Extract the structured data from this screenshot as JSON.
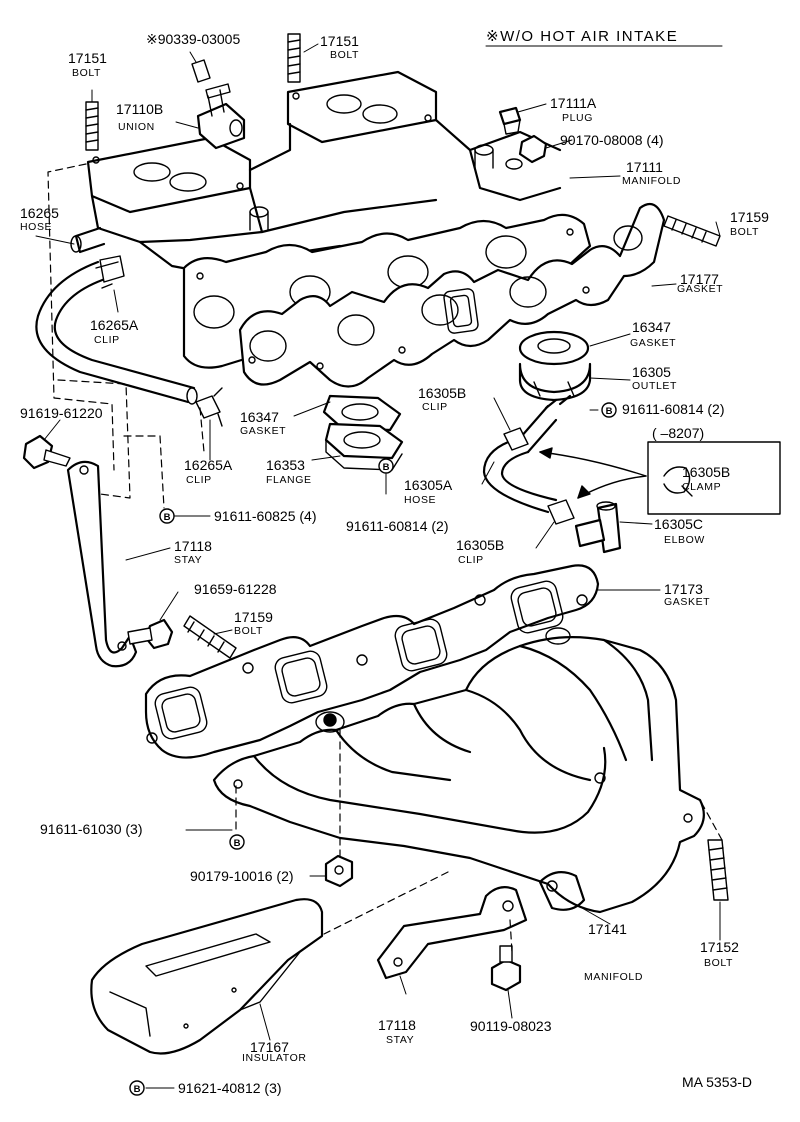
{
  "header": {
    "title": "※W/O HOT AIR INTAKE",
    "bracket_range": "(    –8207)",
    "footer_code": "MA  5353-D",
    "b_marker": "B"
  },
  "parts": {
    "p17151a": {
      "number": "17151",
      "name": "BOLT"
    },
    "p90339": {
      "number": "※90339-03005"
    },
    "p17151b": {
      "number": "17151",
      "name": "BOLT"
    },
    "p17110b": {
      "number": "17110B",
      "name": "UNION"
    },
    "p17111a": {
      "number": "17111A",
      "name": "PLUG"
    },
    "p90170": {
      "number": "90170-08008 (4)"
    },
    "p17111": {
      "number": "17111",
      "name": "MANIFOLD"
    },
    "p16265": {
      "number": "16265",
      "name": "HOSE"
    },
    "p17159a": {
      "number": "17159",
      "name": "BOLT"
    },
    "p17177": {
      "number": "17177",
      "name": "GASKET"
    },
    "p16265a1": {
      "number": "16265A",
      "name": "CLIP"
    },
    "p16347a": {
      "number": "16347",
      "name": "GASKET"
    },
    "p16305": {
      "number": "16305",
      "name": "OUTLET"
    },
    "p16305b1": {
      "number": "16305B",
      "name": "CLIP"
    },
    "p91611_60814a": {
      "number": "91611-60814 (2)"
    },
    "p91619": {
      "number": "91619-61220"
    },
    "p16347b": {
      "number": "16347",
      "name": "GASKET"
    },
    "p16305b_clamp": {
      "number": "16305B",
      "name": "CLAMP"
    },
    "p16353": {
      "number": "16353",
      "name": "FLANGE"
    },
    "p16265a2": {
      "number": "16265A",
      "name": "CLIP"
    },
    "p16305a": {
      "number": "16305A",
      "name": "HOSE"
    },
    "p16305c": {
      "number": "16305C",
      "name": "ELBOW"
    },
    "p91611_60825": {
      "number": "91611-60825 (4)"
    },
    "p91611_60814b": {
      "number": "91611-60814 (2)"
    },
    "p16305b2": {
      "number": "16305B",
      "name": "CLIP"
    },
    "p17118a": {
      "number": "17118",
      "name": "STAY"
    },
    "p17173": {
      "number": "17173",
      "name": "GASKET"
    },
    "p91659": {
      "number": "91659-61228"
    },
    "p17159b": {
      "number": "17159",
      "name": "BOLT"
    },
    "p91611_61030": {
      "number": "91611-61030 (3)"
    },
    "p90179": {
      "number": "90179-10016 (2)"
    },
    "p17141": {
      "number": "17141",
      "name": "MANIFOLD"
    },
    "p17152": {
      "number": "17152",
      "name": "BOLT"
    },
    "p17167": {
      "number": "17167",
      "name": "INSULATOR"
    },
    "p17118b": {
      "number": "17118",
      "name": "STAY"
    },
    "p90119": {
      "number": "90119-08023"
    },
    "p91621": {
      "number": "91621-40812 (3)"
    }
  }
}
